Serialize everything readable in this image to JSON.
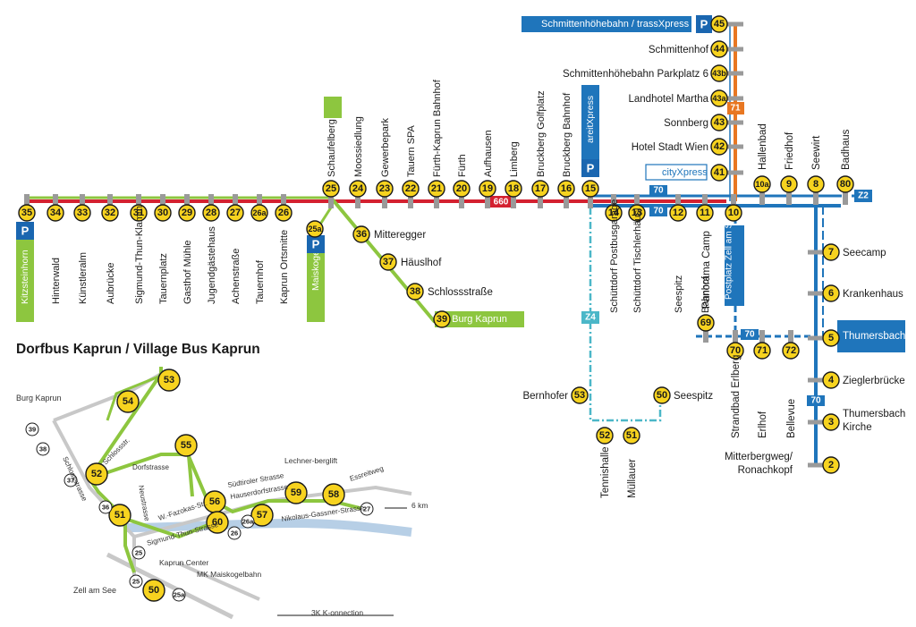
{
  "colors": {
    "red_line": "#d42130",
    "green_line": "#8dc63f",
    "blue_line": "#1f75bb",
    "teal_line": "#4bb7c8",
    "orange_line": "#e87722",
    "bubble": "#f7d31f",
    "parking": "#1a66b0"
  },
  "main_line": {
    "route_660": "660",
    "route_70": "70",
    "route_71": "71",
    "route_z2": "Z2",
    "route_z4": "Z4",
    "stops": [
      {
        "num": "35",
        "name": ""
      },
      {
        "num": "34",
        "name": "Hinterwald"
      },
      {
        "num": "33",
        "name": "Künstleralm"
      },
      {
        "num": "32",
        "name": "Aubrücke"
      },
      {
        "num": "31",
        "name": "Sigmund-Thun-Klamm"
      },
      {
        "num": "30",
        "name": "Tauernplatz"
      },
      {
        "num": "29",
        "name": "Gasthof Mühle"
      },
      {
        "num": "28",
        "name": "Jugendgästehaus"
      },
      {
        "num": "27",
        "name": "Achenstraße"
      },
      {
        "num": "26a",
        "name": "Tauernhof"
      },
      {
        "num": "26",
        "name": "Kaprun Ortsmitte"
      },
      {
        "num": "25",
        "name": "Schaufelberg"
      },
      {
        "num": "24",
        "name": "Moossiedlung"
      },
      {
        "num": "23",
        "name": "Gewerbepark"
      },
      {
        "num": "22",
        "name": "Tauern SPA"
      },
      {
        "num": "21",
        "name": "Fürth-Kaprun Bahnhof"
      },
      {
        "num": "20",
        "name": "Fürth"
      },
      {
        "num": "19",
        "name": "Aufhausen"
      },
      {
        "num": "18",
        "name": "Limberg"
      },
      {
        "num": "17",
        "name": "Bruckberg Golfplatz"
      },
      {
        "num": "16",
        "name": "Bruckberg Bahnhof"
      },
      {
        "num": "15",
        "name": ""
      },
      {
        "num": "14",
        "name": "Schüttdorf Postbusgarage"
      },
      {
        "num": "13",
        "name": "Schüttdorf Tischlerhäusl"
      },
      {
        "num": "12",
        "name": "Seespitz"
      },
      {
        "num": "11",
        "name": "Bahnhof"
      },
      {
        "num": "10",
        "name": ""
      }
    ],
    "kitzsteinhorn_label": "Kitzsteinhorn",
    "areit_label": "areitXpress",
    "postplatz_label": "Postplatz Zell am See",
    "maiskogel_label": "Maiskogel",
    "city_label": "cityXpress"
  },
  "branch_green": {
    "stops": [
      {
        "num": "25a",
        "name": ""
      },
      {
        "num": "36",
        "name": "Mitteregger"
      },
      {
        "num": "37",
        "name": "Häuslhof"
      },
      {
        "num": "38",
        "name": "Schlossstraße"
      },
      {
        "num": "39",
        "name": ""
      }
    ],
    "end_label": "Burg Kaprun"
  },
  "branch_orange": {
    "header_label": "Schmittenhöhebahn / trassXpress",
    "stops": [
      {
        "num": "45",
        "name": ""
      },
      {
        "num": "44",
        "name": "Schmittenhof"
      },
      {
        "num": "43b",
        "name": "Schmittenhöhebahn Parkplatz 6"
      },
      {
        "num": "43a",
        "name": "Landhotel Martha"
      },
      {
        "num": "43",
        "name": "Sonnberg"
      },
      {
        "num": "42",
        "name": "Hotel Stadt Wien"
      },
      {
        "num": "41",
        "name": ""
      }
    ]
  },
  "branch_east": {
    "stops": [
      {
        "num": "10a",
        "name": "Hallenbad"
      },
      {
        "num": "9",
        "name": "Friedhof"
      },
      {
        "num": "8",
        "name": "Seewirt"
      },
      {
        "num": "80",
        "name": "Badhaus"
      }
    ]
  },
  "branch_thumersbach": {
    "stops": [
      {
        "num": "7",
        "name": "Seecamp"
      },
      {
        "num": "6",
        "name": "Krankenhaus"
      },
      {
        "num": "5",
        "name": ""
      },
      {
        "num": "4",
        "name": "Zieglerbrücke"
      },
      {
        "num": "3",
        "name": "Thumersbach Kirche"
      },
      {
        "num": "2",
        "name": "Mitterbergweg/ Ronachkopf"
      }
    ],
    "ort_label": "Thumersbach Ort"
  },
  "branch_70_loop": {
    "stops": [
      {
        "num": "69",
        "name": "Panorama Camp"
      },
      {
        "num": "70",
        "name": "Strandbad Erlberg"
      },
      {
        "num": "71",
        "name": "Erlhof"
      },
      {
        "num": "72",
        "name": "Bellevue"
      }
    ]
  },
  "branch_z4": {
    "stops": [
      {
        "num": "53",
        "name": "Bernhofer"
      },
      {
        "num": "52",
        "name": "Tennishalle"
      },
      {
        "num": "51",
        "name": "Müllauer"
      },
      {
        "num": "50",
        "name": "Seespitz"
      }
    ]
  },
  "village_bus": {
    "title": "Dorfbus Kaprun / Village Bus Kaprun",
    "stops": [
      "53",
      "54",
      "55",
      "52",
      "51",
      "56",
      "59",
      "58",
      "57",
      "60",
      "50"
    ],
    "streets": [
      "Dorfstrasse",
      "Schlossstrasse",
      "Nikolaus-Gassner-Strasse",
      "Hauserdorfstrasse",
      "Südtiroler Strasse",
      "Sigmund-Thun-Strasse",
      "W.-Fazokas-Str.",
      "Essreitweg",
      "Neustrasse",
      "Schlossstr."
    ],
    "places": [
      "Burg Kaprun",
      "Zell am See",
      "Lechner-berglift",
      "Kaprun Center",
      "MK Maiskogelbahn",
      "3K K-onnection",
      "6 km"
    ],
    "small_stops": [
      "39",
      "38",
      "37",
      "36",
      "25",
      "25",
      "26",
      "26a",
      "27",
      "25a"
    ]
  }
}
